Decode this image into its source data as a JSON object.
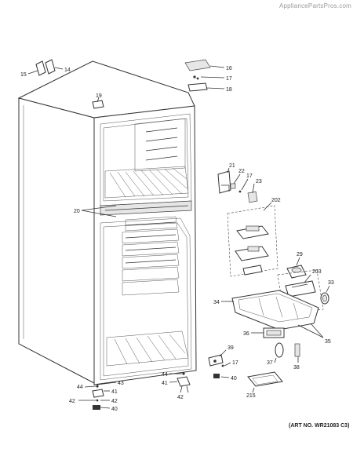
{
  "watermark": "AppliancePartsPros.com",
  "art_number": "(ART NO. WR21083 C3)",
  "callouts": [
    {
      "id": "c15",
      "label": "15"
    },
    {
      "id": "c14",
      "label": "14"
    },
    {
      "id": "c16",
      "label": "16"
    },
    {
      "id": "c17a",
      "label": "17"
    },
    {
      "id": "c18",
      "label": "18"
    },
    {
      "id": "c19",
      "label": "19"
    },
    {
      "id": "c21",
      "label": "21"
    },
    {
      "id": "c22",
      "label": "22"
    },
    {
      "id": "c17b",
      "label": "17"
    },
    {
      "id": "c23",
      "label": "23"
    },
    {
      "id": "c20",
      "label": "20"
    },
    {
      "id": "c202",
      "label": "202"
    },
    {
      "id": "c29",
      "label": "29"
    },
    {
      "id": "c203",
      "label": "203"
    },
    {
      "id": "c33",
      "label": "33"
    },
    {
      "id": "c34",
      "label": "34"
    },
    {
      "id": "c35",
      "label": "35"
    },
    {
      "id": "c36",
      "label": "36"
    },
    {
      "id": "c39",
      "label": "39"
    },
    {
      "id": "c17c",
      "label": "17"
    },
    {
      "id": "c40a",
      "label": "40"
    },
    {
      "id": "c37",
      "label": "37"
    },
    {
      "id": "c38",
      "label": "38"
    },
    {
      "id": "c215",
      "label": "215"
    },
    {
      "id": "c44a",
      "label": "44"
    },
    {
      "id": "c41a",
      "label": "41"
    },
    {
      "id": "c42a",
      "label": "42"
    },
    {
      "id": "c44b",
      "label": "44"
    },
    {
      "id": "c43",
      "label": "43"
    },
    {
      "id": "c41b",
      "label": "41"
    },
    {
      "id": "c42b",
      "label": "42"
    },
    {
      "id": "c42c",
      "label": "42"
    },
    {
      "id": "c40b",
      "label": "40"
    }
  ]
}
